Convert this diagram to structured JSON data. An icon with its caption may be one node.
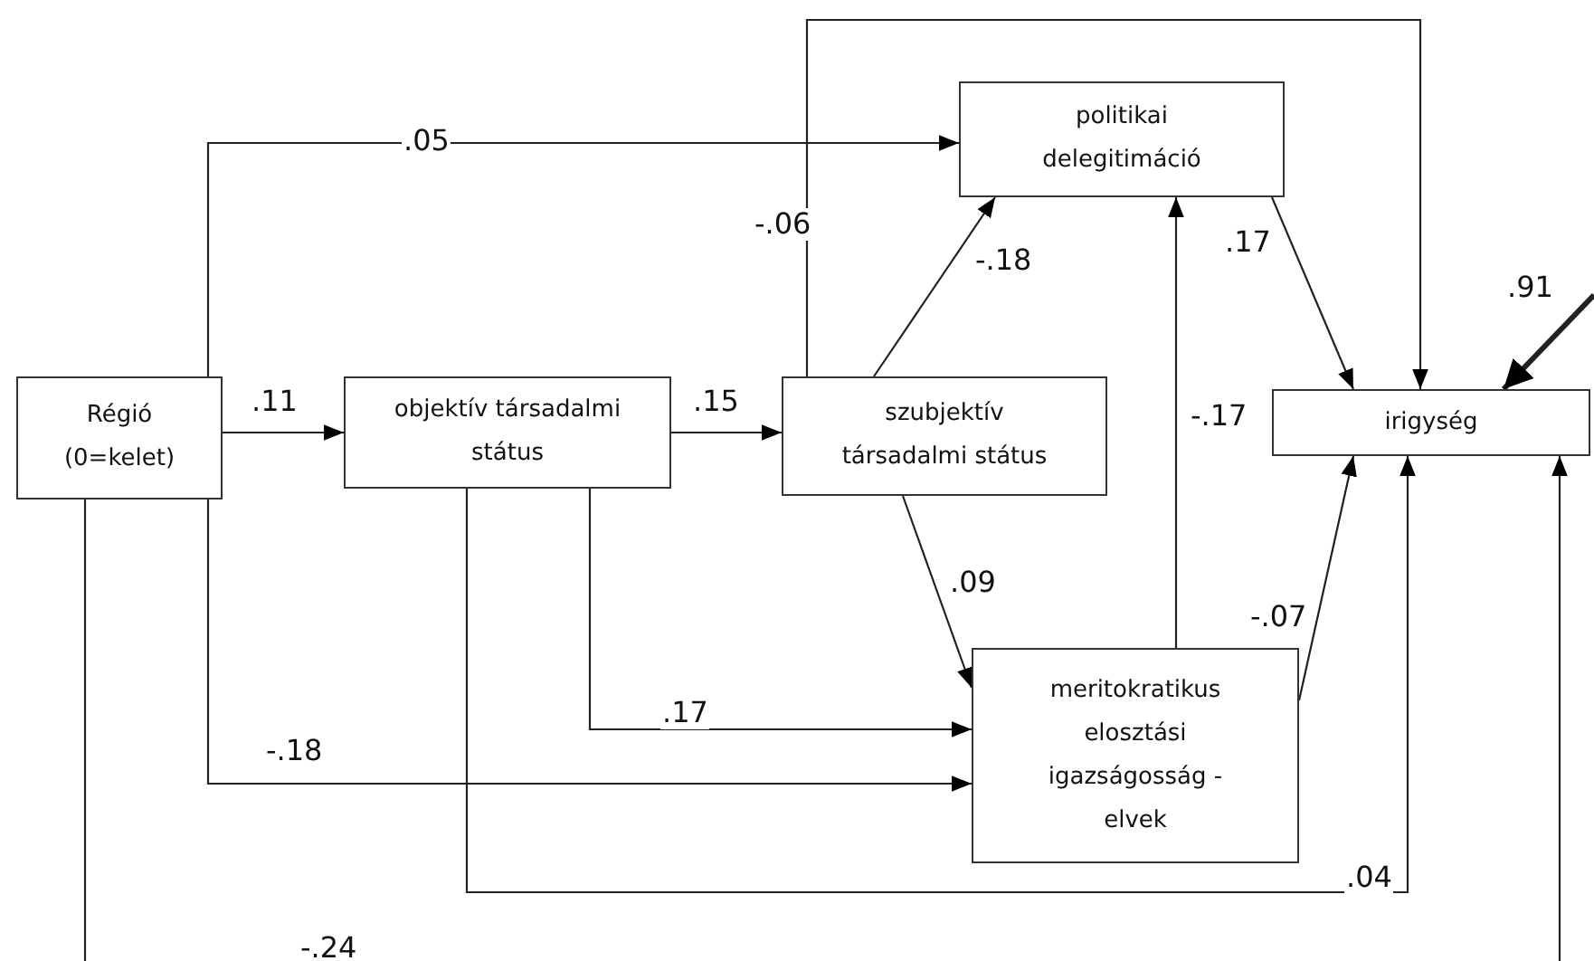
{
  "diagram": {
    "nodes": [
      {
        "text": [
          "Régió (0=kelet)"
        ]
      },
      {
        "text": [
          "objektív társadalmi státus"
        ]
      },
      {
        "text": [
          "szubjektív társadalmi státus"
        ]
      },
      {
        "text": [
          "politikai delegitimáció"
        ]
      },
      {
        "text": [
          "irigység"
        ]
      },
      {
        "text": [
          "meritokratikus elosztási igazságosság - elvek"
        ]
      }
    ],
    "edges": [
      {
        "from": 0,
        "to": 3,
        "arrow": "to",
        "label": ".05"
      },
      {
        "from": 0,
        "to": 1,
        "arrow": "to",
        "label": ".11"
      },
      {
        "from": 1,
        "to": 2,
        "arrow": "to",
        "label": ".15"
      },
      {
        "from": 2,
        "to": 4,
        "arrow": "to",
        "label": "-.06"
      },
      {
        "from": 2,
        "to": 3,
        "arrow": "to",
        "label": "-.18"
      },
      {
        "from": 3,
        "to": 4,
        "arrow": "to",
        "label": ".17"
      },
      {
        "from": 5,
        "to": 3,
        "arrow": "to",
        "label": "-.17"
      },
      {
        "from": 5,
        "to": 4,
        "arrow": "to",
        "label": "-.07"
      },
      {
        "from": 2,
        "to": 5,
        "arrow": "to",
        "label": ".09"
      },
      {
        "from": 1,
        "to": 5,
        "arrow": "to",
        "label": ".17"
      },
      {
        "from": 0,
        "to": 5,
        "arrow": "to",
        "label": "-.18"
      },
      {
        "from": 1,
        "to": 4,
        "arrow": "to",
        "label": ".04"
      },
      {
        "from": 0,
        "to": 4,
        "arrow": "to",
        "label": "-.24"
      },
      {
        "from": null,
        "to": 4,
        "arrow": "to",
        "label": ".91",
        "style": "thick"
      }
    ]
  }
}
